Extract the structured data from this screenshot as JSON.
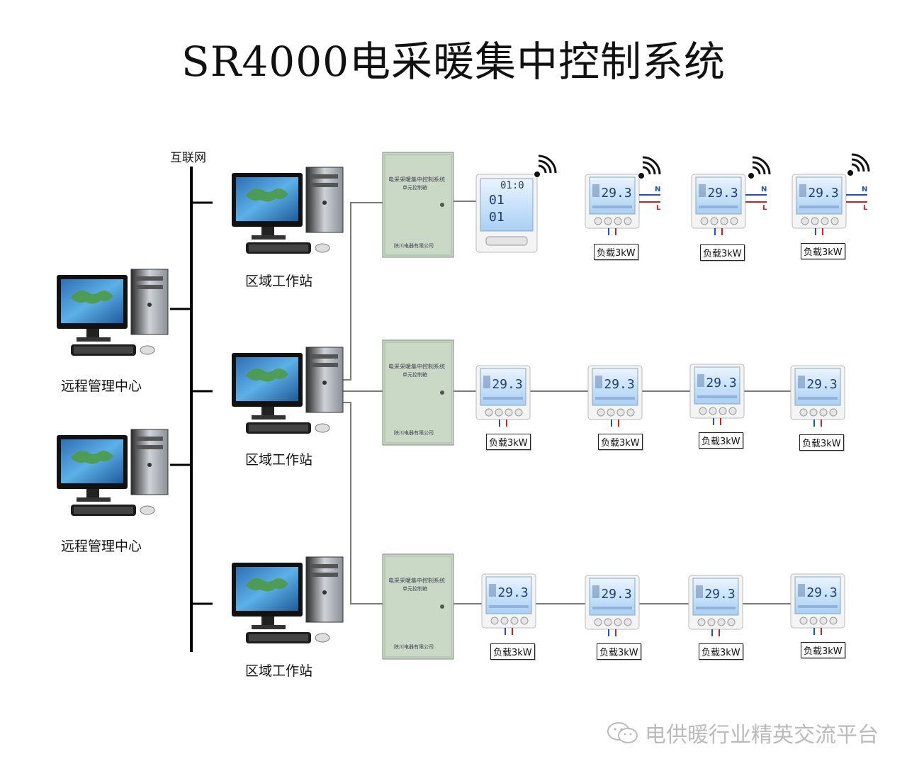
{
  "title": "SR4000电采暖集中控制系统",
  "internet_label": "互联网",
  "remote_center_label": "远程管理中心",
  "workstation_label": "区域工作站",
  "load_label": "负载3kW",
  "thermostat": {
    "display": "29.3",
    "big_display_top": "01:0",
    "big_display_mid": "01",
    "big_display_bot": "01"
  },
  "cabinet": {
    "line1": "电采采暖集中控制系统",
    "line2": "单元控制箱",
    "line3": "陕川电器有限公司"
  },
  "wire_labels": {
    "n": "N",
    "l": "L"
  },
  "watermark": "电供暖行业精英交流平台",
  "colors": {
    "bus": "#000000",
    "link": "#7a7a7a",
    "cabinet": "#c9d9c6",
    "screen": "#5aa3e0"
  }
}
